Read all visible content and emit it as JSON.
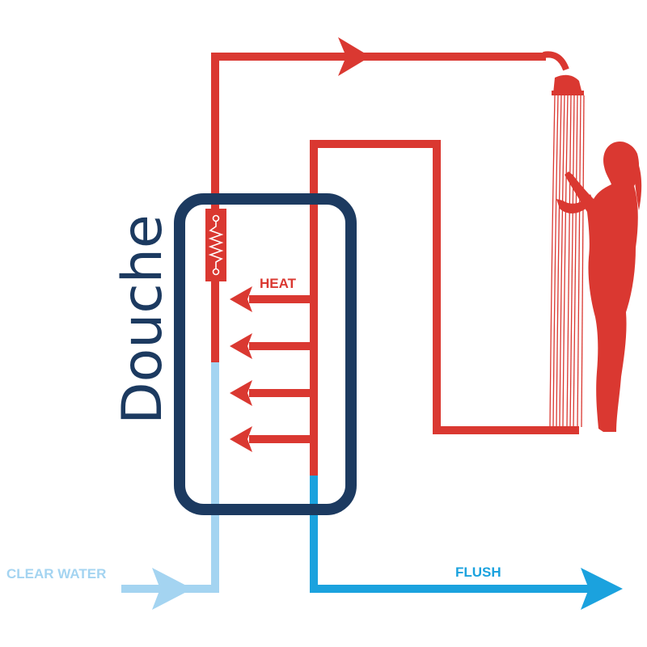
{
  "labels": {
    "brand": "Douche",
    "heat": "HEAT",
    "clear_water": "CLEAR WATER",
    "flush": "FLUSH"
  },
  "colors": {
    "hot": "#DA3831",
    "cold": "#A4D4F1",
    "drain": "#1BA2DE",
    "tank": "#1C3A60",
    "background": "#FFFFFF"
  },
  "icons": {
    "heater": "heating-element-icon",
    "shower": "shower-head-icon",
    "person": "woman-silhouette-icon"
  }
}
